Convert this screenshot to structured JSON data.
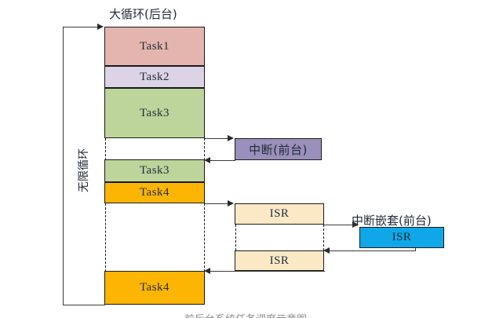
{
  "diagram": {
    "title": "大循环(后台)",
    "loop_label": "无限循环",
    "foreground_title": "中断嵌套(前台)",
    "interrupt_box_label": "中断(前台)",
    "nested_isr_label": "ISR",
    "footer_caption": "前后台系统任务调度示意图"
  },
  "colors": {
    "task1": "#e3b5ae",
    "task2": "#dcd3e6",
    "task3": "#bdd49b",
    "task4": "#fcb503",
    "interrupt": "#9b8fbb",
    "isr": "#fbe9c6",
    "nested_isr": "#0fa7e8",
    "stroke": "#1a1a1a",
    "line": "#3a3a3a"
  },
  "background_stack": [
    {
      "label": "Task1",
      "color_key": "task1"
    },
    {
      "label": "Task2",
      "color_key": "task2"
    },
    {
      "label": "Task3",
      "color_key": "task3"
    },
    {
      "label": "Task3",
      "color_key": "task3"
    },
    {
      "label": "Task4",
      "color_key": "task4"
    },
    {
      "label": "Task4",
      "color_key": "task4"
    }
  ],
  "isr_boxes": [
    {
      "label": "ISR"
    },
    {
      "label": "ISR"
    }
  ]
}
